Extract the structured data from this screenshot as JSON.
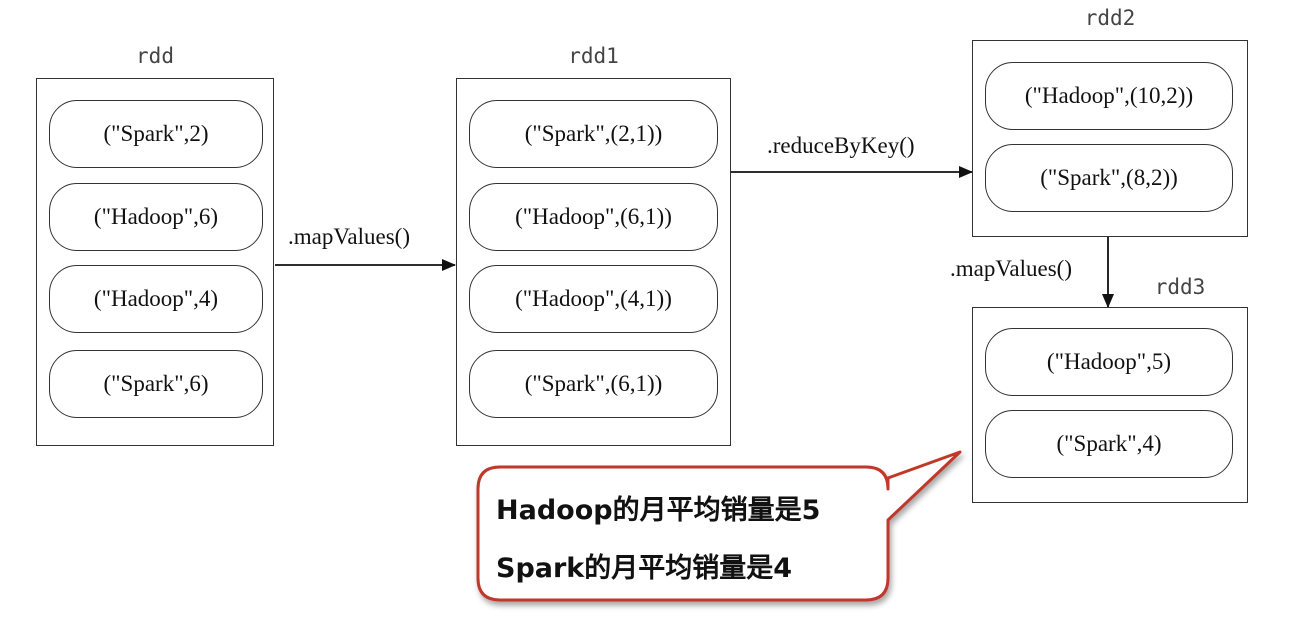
{
  "rdd": {
    "title": "rdd",
    "items": [
      "(\"Spark\",2)",
      "(\"Hadoop\",6)",
      "(\"Hadoop\",4)",
      "(\"Spark\",6)"
    ]
  },
  "rdd1": {
    "title": "rdd1",
    "items": [
      "(\"Spark\",(2,1))",
      "(\"Hadoop\",(6,1))",
      "(\"Hadoop\",(4,1))",
      "(\"Spark\",(6,1))"
    ]
  },
  "rdd2": {
    "title": "rdd2",
    "items": [
      "(\"Hadoop\",(10,2))",
      "(\"Spark\",(8,2))"
    ]
  },
  "rdd3": {
    "title": "rdd3",
    "items": [
      "(\"Hadoop\",5)",
      "(\"Spark\",4)"
    ]
  },
  "operations": {
    "rdd_to_rdd1": ".mapValues()",
    "rdd1_to_rdd2": ".reduceByKey()",
    "rdd2_to_rdd3": ".mapValues()"
  },
  "callout": {
    "lines": [
      "Hadoop的月平均销量是5",
      "Spark的月平均销量是4"
    ],
    "border_color": "#c0392b"
  }
}
